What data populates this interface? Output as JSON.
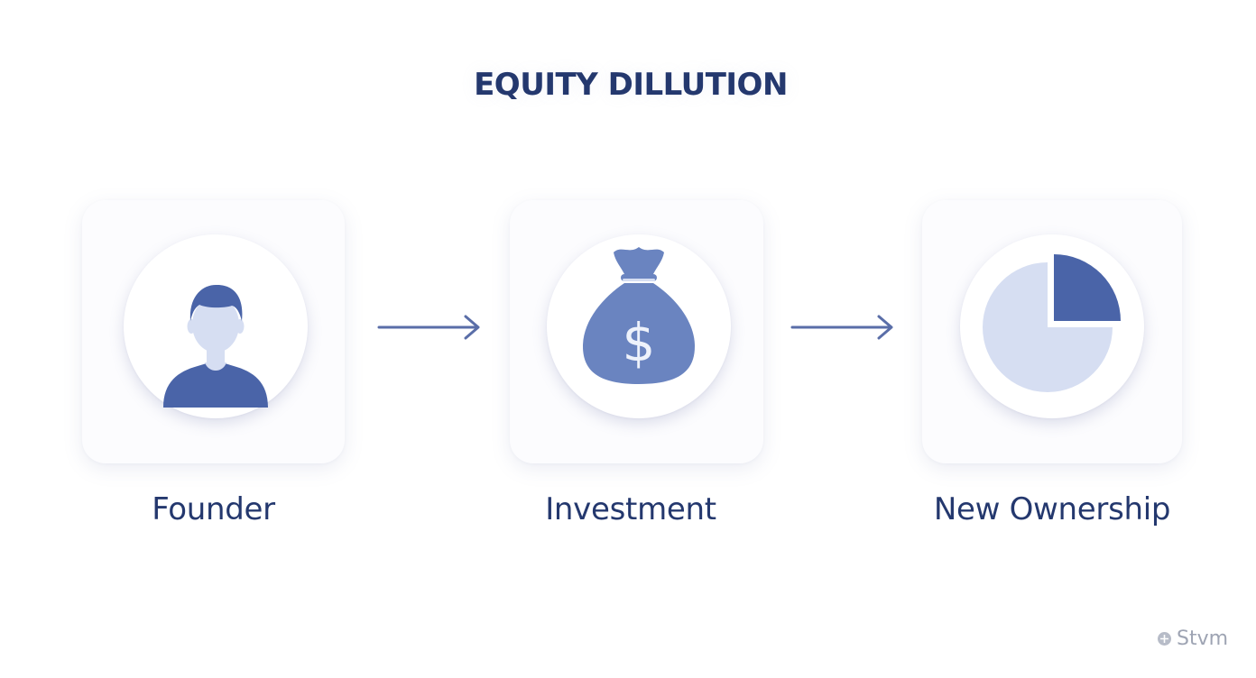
{
  "title": "EQUITY DILLUTION",
  "steps": [
    {
      "label": "Founder",
      "icon": "person-icon"
    },
    {
      "label": "Investment",
      "icon": "money-bag-dollar-icon"
    },
    {
      "label": "New Ownership",
      "icon": "pie-chart-icon"
    }
  ],
  "connectors": [
    "arrow-right-icon",
    "arrow-right-icon"
  ],
  "watermark": {
    "text": "Stvm",
    "icon": "logo-icon"
  },
  "colors": {
    "title_text": "#24386e",
    "icon_primary": "#4a64a8",
    "icon_light": "#d6def2",
    "arrow": "#5a6ea8",
    "card_background": "#fcfcfe",
    "watermark_text": "#9ea4b3"
  }
}
